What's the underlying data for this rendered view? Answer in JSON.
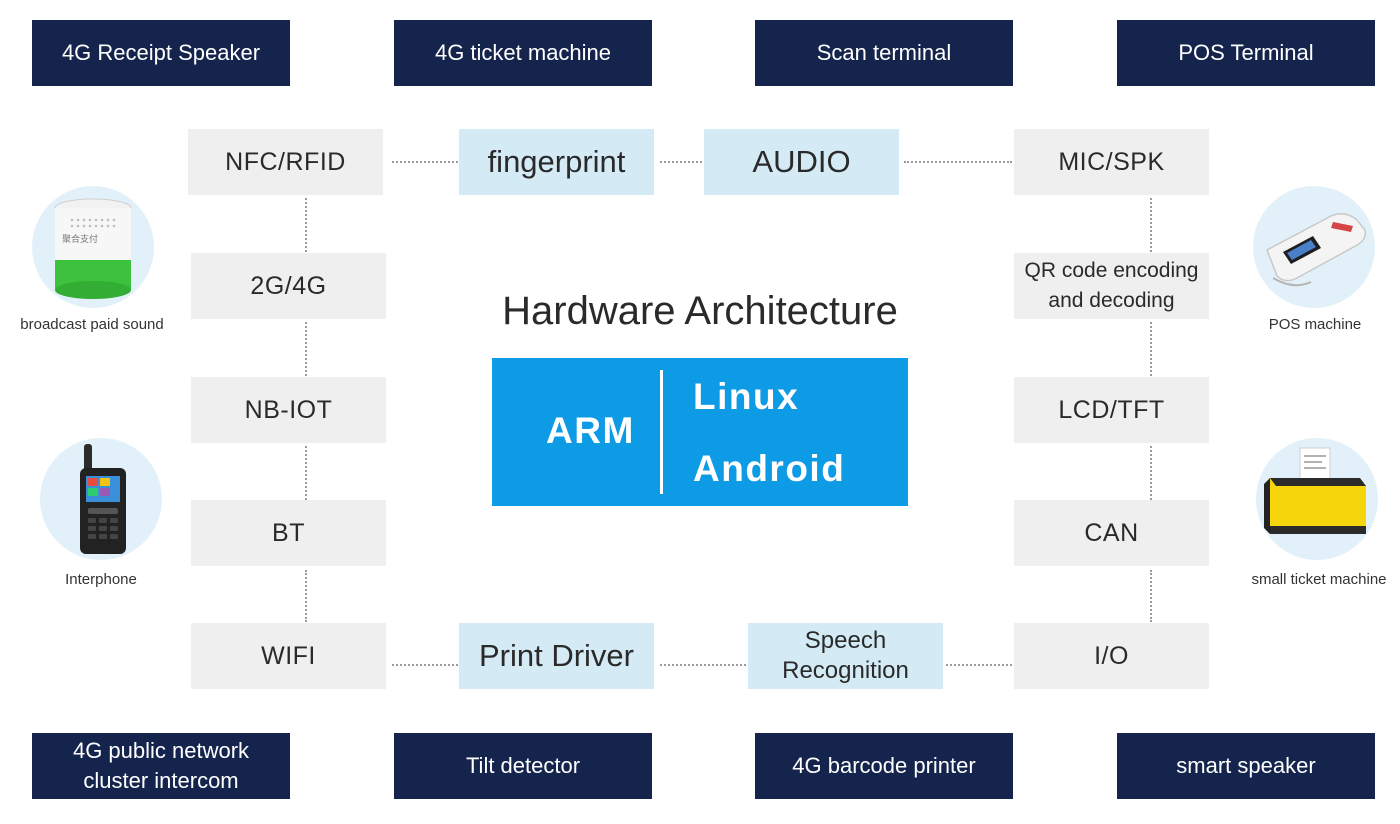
{
  "top_boxes": [
    "4G Receipt Speaker",
    "4G ticket machine",
    "Scan terminal",
    "POS Terminal"
  ],
  "bottom_boxes": [
    "4G public network\ncluster intercom",
    "Tilt detector",
    "4G barcode printer",
    "smart speaker"
  ],
  "left_column": [
    "NFC/RFID",
    "2G/4G",
    "NB-IOT",
    "BT",
    "WIFI"
  ],
  "right_column": [
    "MIC/SPK",
    "QR code encoding\nand decoding",
    "LCD/TFT",
    "CAN",
    "I/O"
  ],
  "top_middle": [
    "fingerprint",
    "AUDIO"
  ],
  "bottom_middle": [
    "Print Driver",
    "Speech\nRecognition"
  ],
  "center": {
    "title": "Hardware Architecture",
    "cpu": "ARM",
    "os": [
      "Linux",
      "Android"
    ]
  },
  "devices": {
    "left": [
      "broadcast paid sound",
      "Interphone"
    ],
    "right": [
      "POS machine",
      "small ticket machine"
    ],
    "speaker_brand": "聚合支付"
  },
  "colors": {
    "navy": "#14244c",
    "core_blue": "#0e9be6",
    "light_blue": "#d4ebf6",
    "grey": "#efefef"
  }
}
